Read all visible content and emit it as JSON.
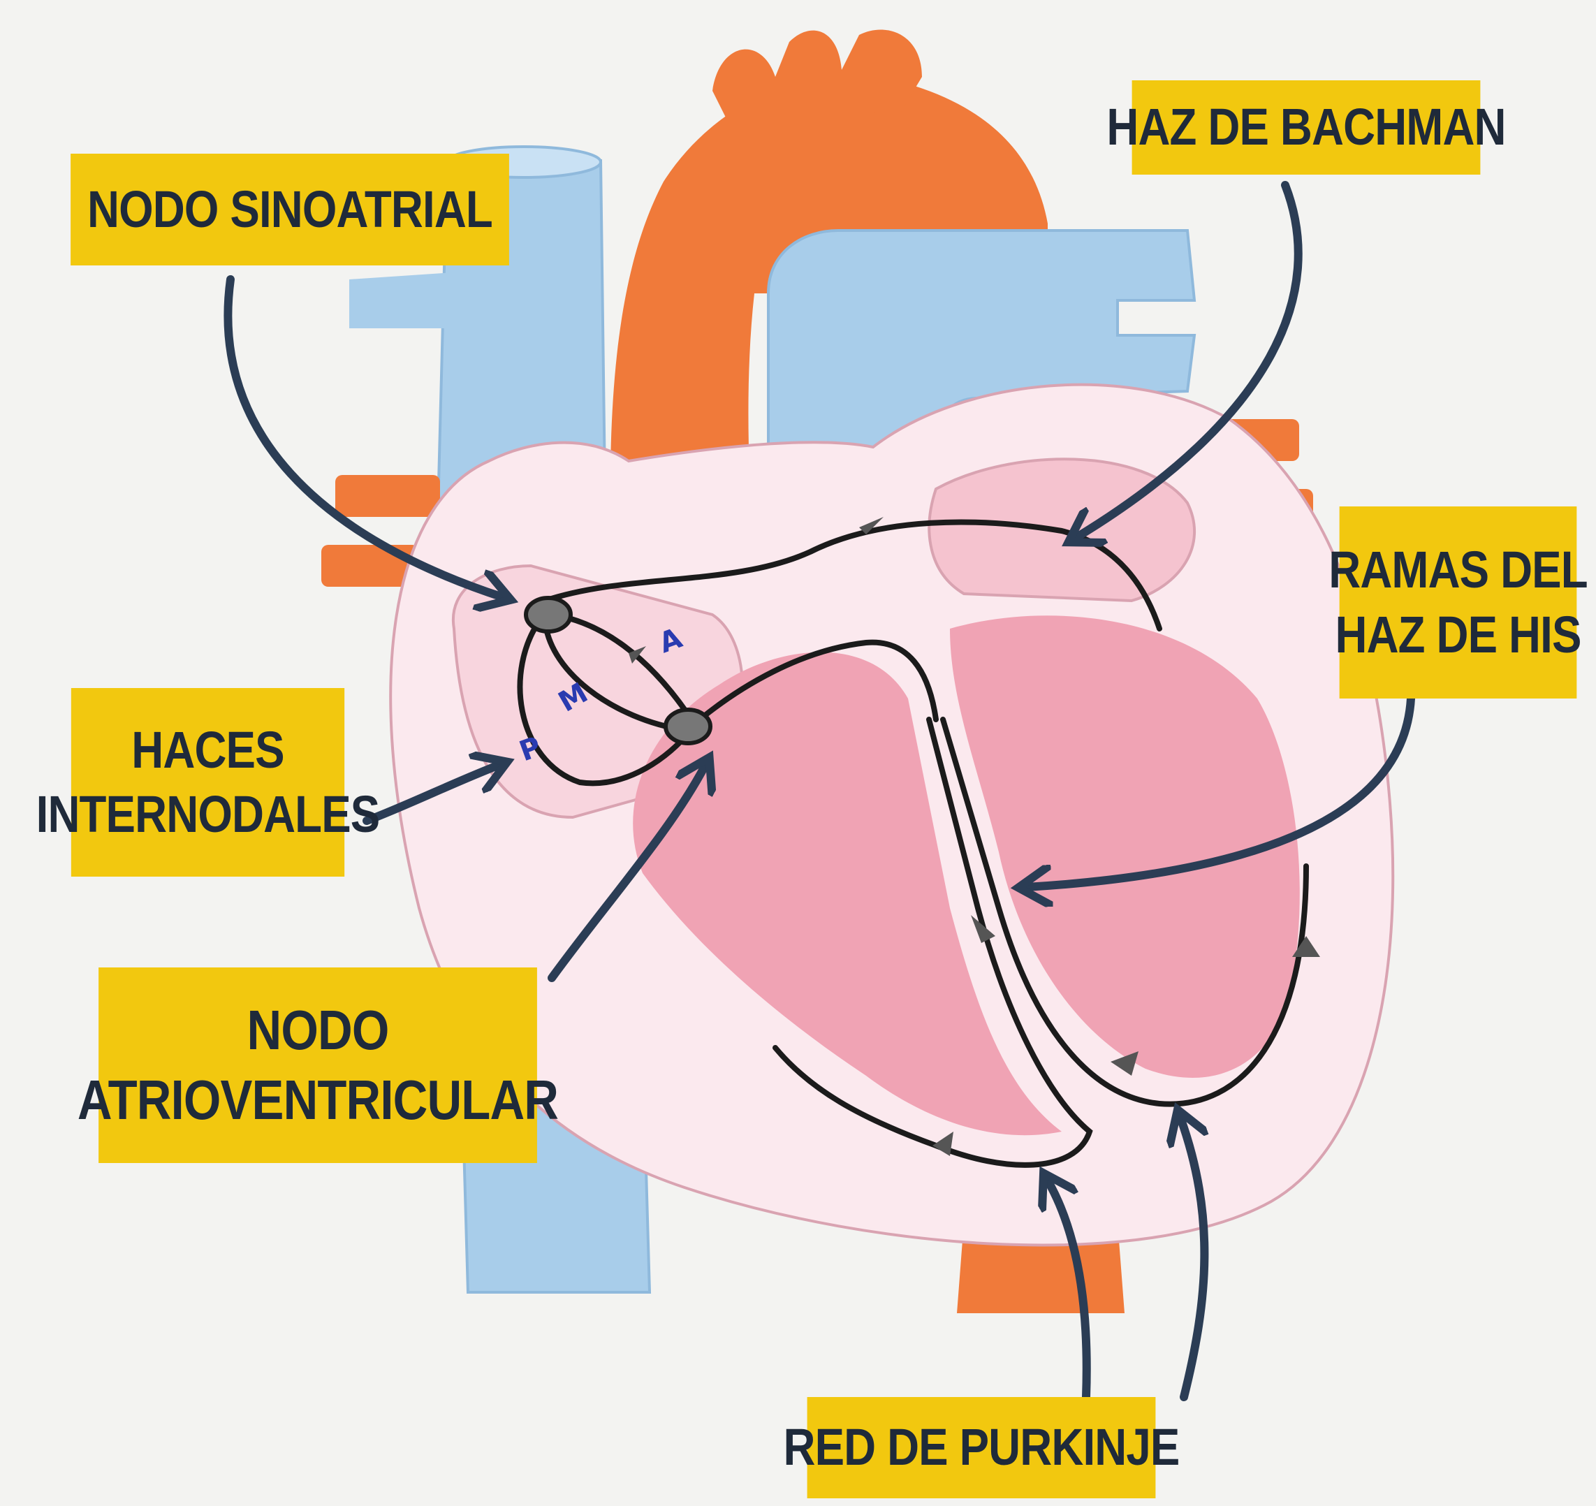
{
  "labels": {
    "sa_node": "NODO SINOATRIAL",
    "bachman": "HAZ DE BACHMAN",
    "his_line1": "RAMAS DEL",
    "his_line2": "HAZ DE HIS",
    "internodal_line1": "HACES",
    "internodal_line2": "INTERNODALES",
    "av_line1": "NODO",
    "av_line2": "ATRIOVENTRICULAR",
    "purkinje": "RED DE PURKINJE"
  },
  "handwritten": {
    "anterior": "A",
    "medial": "M",
    "posterior": "P"
  },
  "colors": {
    "label_bg": "#f2c80f",
    "label_text": "#1f2a3a",
    "aorta": "#f07a3a",
    "vein": "#a8cdea",
    "myocardium": "#f0a3b4",
    "heart_outline": "#fbe9ee",
    "pointer": "#2b3d55"
  }
}
